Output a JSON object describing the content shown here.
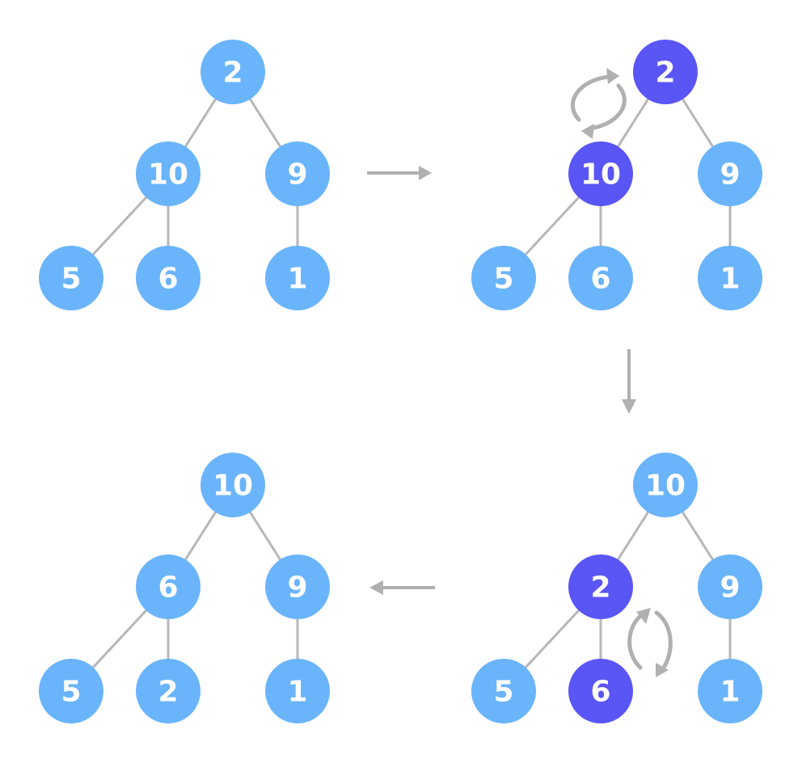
{
  "colors": {
    "node_default": "#6ab4fb",
    "node_highlight": "#5a55f5",
    "edge": "#b7b7b7",
    "arrow": "#b0b0b0",
    "background": "#ffffff"
  },
  "trees": [
    {
      "step": 1,
      "nodes": {
        "root": {
          "label": "2",
          "highlight": false
        },
        "left": {
          "label": "10",
          "highlight": false
        },
        "right": {
          "label": "9",
          "highlight": false
        },
        "left_left": {
          "label": "5",
          "highlight": false
        },
        "left_right": {
          "label": "6",
          "highlight": false
        },
        "right_left": {
          "label": "1",
          "highlight": false
        }
      }
    },
    {
      "step": 2,
      "nodes": {
        "root": {
          "label": "2",
          "highlight": true
        },
        "left": {
          "label": "10",
          "highlight": true
        },
        "right": {
          "label": "9",
          "highlight": false
        },
        "left_left": {
          "label": "5",
          "highlight": false
        },
        "left_right": {
          "label": "6",
          "highlight": false
        },
        "right_left": {
          "label": "1",
          "highlight": false
        }
      }
    },
    {
      "step": 3,
      "nodes": {
        "root": {
          "label": "10",
          "highlight": false
        },
        "left": {
          "label": "2",
          "highlight": true
        },
        "right": {
          "label": "9",
          "highlight": false
        },
        "left_left": {
          "label": "5",
          "highlight": false
        },
        "left_right": {
          "label": "6",
          "highlight": true
        },
        "right_left": {
          "label": "1",
          "highlight": false
        }
      }
    },
    {
      "step": 4,
      "nodes": {
        "root": {
          "label": "10",
          "highlight": false
        },
        "left": {
          "label": "6",
          "highlight": false
        },
        "right": {
          "label": "9",
          "highlight": false
        },
        "left_left": {
          "label": "5",
          "highlight": false
        },
        "left_right": {
          "label": "2",
          "highlight": false
        },
        "right_left": {
          "label": "1",
          "highlight": false
        }
      }
    }
  ],
  "flow": [
    "right",
    "down",
    "left"
  ],
  "swaps": [
    {
      "tree_step": 2,
      "between": [
        "root",
        "left"
      ]
    },
    {
      "tree_step": 3,
      "between": [
        "left",
        "left_right"
      ]
    }
  ]
}
